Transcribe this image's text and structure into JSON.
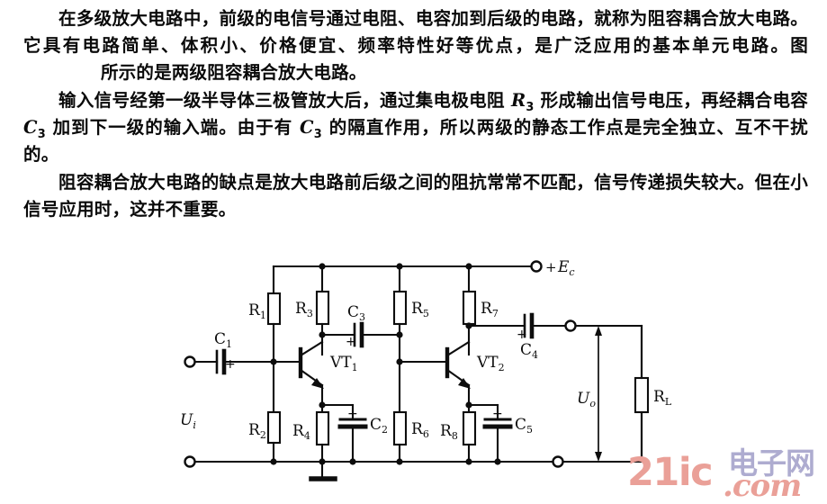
{
  "document": {
    "paragraphs": [
      {
        "id": "p1",
        "runs": [
          {
            "t": "text",
            "v": "在多级放大电路中，前级的电信号通过电阻、电容加到后级的电路，就称为阻容耦合放大电路。它具有电路简单、体积小、价格便宜、频率特性好等优点，是广泛应用的基本单元电路。图"
          },
          {
            "t": "gap",
            "v": ""
          },
          {
            "t": "text",
            "v": "所示的是两级阻容耦合放大电路。"
          }
        ]
      },
      {
        "id": "p2",
        "runs": [
          {
            "t": "text",
            "v": "输入信号经第一级半导体三极管放大后，通过集电极电阻 "
          },
          {
            "t": "var",
            "v": "R"
          },
          {
            "t": "sub",
            "v": "3"
          },
          {
            "t": "text",
            "v": " 形成输出信号电压，再经耦合电容 "
          },
          {
            "t": "var",
            "v": "C"
          },
          {
            "t": "sub",
            "v": "3"
          },
          {
            "t": "text",
            "v": " 加到下一级的输入端。由于有 "
          },
          {
            "t": "var",
            "v": "C"
          },
          {
            "t": "sub",
            "v": "3"
          },
          {
            "t": "text",
            "v": " 的隔直作用，所以两级的静态工作点是完全独立、互不干扰的。"
          }
        ]
      },
      {
        "id": "p3",
        "runs": [
          {
            "t": "text",
            "v": "阻容耦合放大电路的缺点是放大电路前后级之间的阻抗常常不匹配，信号传递损失较大。但在小信号应用时，这并不重要。"
          }
        ]
      }
    ]
  },
  "circuit": {
    "title": "两级阻容耦合放大电路",
    "line_color": "#0d0d0d",
    "labels": {
      "r1": "R",
      "r1_sub": "1",
      "r2": "R",
      "r2_sub": "2",
      "r3": "R",
      "r3_sub": "3",
      "r4": "R",
      "r4_sub": "4",
      "r5": "R",
      "r5_sub": "5",
      "r6": "R",
      "r6_sub": "6",
      "r7": "R",
      "r7_sub": "7",
      "r8": "R",
      "r8_sub": "8",
      "rl": "R",
      "rl_sub": "L",
      "c1": "C",
      "c1_sub": "1",
      "c2": "C",
      "c2_sub": "2",
      "c3": "C",
      "c3_sub": "3",
      "c4": "C",
      "c4_sub": "4",
      "c5": "C",
      "c5_sub": "5",
      "vt1": "VT",
      "vt1_sub": "1",
      "vt2": "VT",
      "vt2_sub": "2",
      "ui": "U",
      "ui_sub": "i",
      "uo": "U",
      "uo_sub": "o",
      "ec": "E",
      "ec_sub": "c",
      "ec_polarity": "+",
      "plus": "+"
    },
    "components": [
      {
        "name": "R1",
        "type": "resistor",
        "role": "bias-divider-upper-stage1"
      },
      {
        "name": "R2",
        "type": "resistor",
        "role": "bias-divider-lower-stage1"
      },
      {
        "name": "R3",
        "type": "resistor",
        "role": "collector-load-stage1"
      },
      {
        "name": "R4",
        "type": "resistor",
        "role": "emitter-stage1"
      },
      {
        "name": "R5",
        "type": "resistor",
        "role": "bias-divider-upper-stage2"
      },
      {
        "name": "R6",
        "type": "resistor",
        "role": "bias-divider-lower-stage2"
      },
      {
        "name": "R7",
        "type": "resistor",
        "role": "collector-load-stage2"
      },
      {
        "name": "R8",
        "type": "resistor",
        "role": "emitter-stage2"
      },
      {
        "name": "RL",
        "type": "resistor",
        "role": "load"
      },
      {
        "name": "C1",
        "type": "capacitor-polarized",
        "role": "input-coupling"
      },
      {
        "name": "C2",
        "type": "capacitor-polarized",
        "role": "emitter-bypass-stage1"
      },
      {
        "name": "C3",
        "type": "capacitor-polarized",
        "role": "interstage-coupling"
      },
      {
        "name": "C4",
        "type": "capacitor-polarized",
        "role": "output-coupling"
      },
      {
        "name": "C5",
        "type": "capacitor-polarized",
        "role": "emitter-bypass-stage2"
      },
      {
        "name": "VT1",
        "type": "npn-transistor",
        "role": "amplifier-stage1"
      },
      {
        "name": "VT2",
        "type": "npn-transistor",
        "role": "amplifier-stage2"
      }
    ],
    "terminals": [
      "Ui+",
      "Ui-",
      "Ec",
      "Uo+",
      "Uo-"
    ]
  },
  "watermark": {
    "brand": "21ic",
    "cn": "电子网",
    "tld": ".com",
    "pink": "#eaa098",
    "purple": "#aeacd0"
  }
}
